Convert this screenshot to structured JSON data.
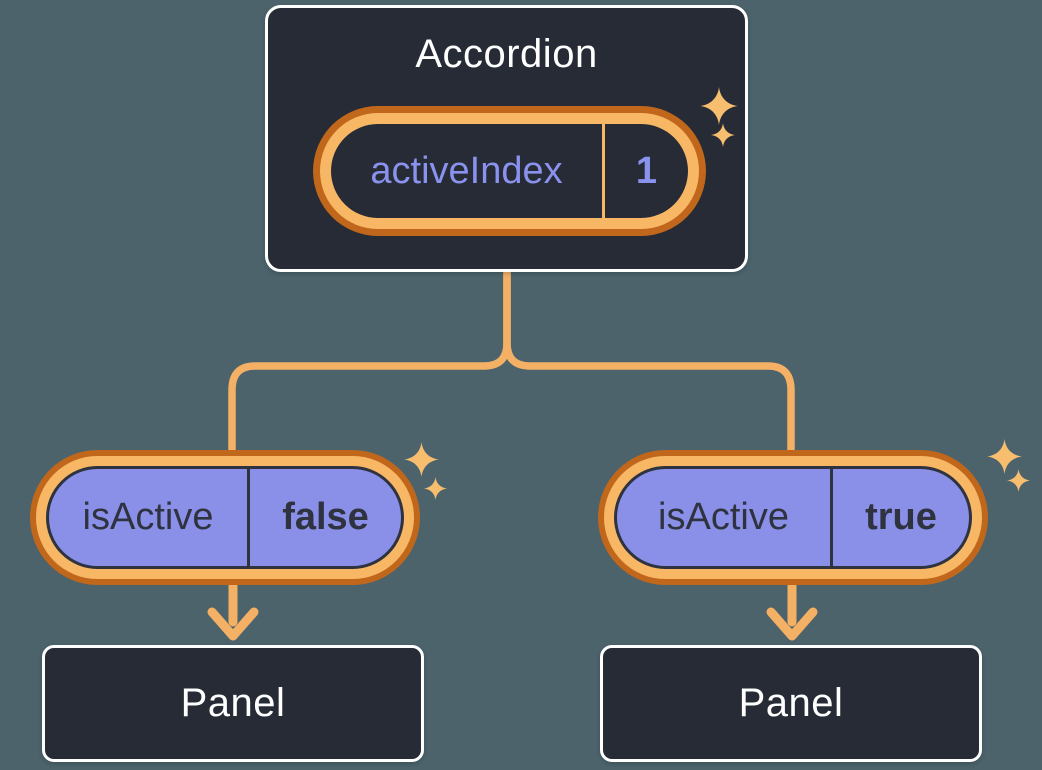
{
  "diagram": {
    "root": {
      "title": "Accordion",
      "state_name": "activeIndex",
      "state_value": "1"
    },
    "children": {
      "left": {
        "prop_name": "isActive",
        "prop_value": "false",
        "panel_label": "Panel"
      },
      "right": {
        "prop_name": "isActive",
        "prop_value": "true",
        "panel_label": "Panel"
      }
    },
    "colors": {
      "background": "#4C636C",
      "node_fill": "#262B35",
      "node_border": "#FFFFFF",
      "connector_orange": "#F4B065",
      "ring_light_orange": "#F8B765",
      "ring_dark_orange": "#C0671B",
      "prop_pill_purple": "#8A90E8",
      "dark_outline_text": "#2E333F",
      "state_text_purple": "#8A92EE",
      "sparkle_gold": "#F6BE6E",
      "text_white": "#FFFFFF"
    }
  }
}
